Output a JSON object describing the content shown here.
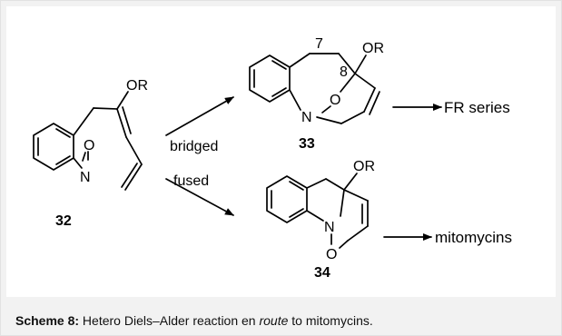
{
  "scheme": {
    "compound_32": {
      "id": "32",
      "substituent": "OR",
      "nitroso_o": "O",
      "nitroso_n": "N"
    },
    "compound_33": {
      "id": "33",
      "substituent": "OR",
      "locant_7": "7",
      "locant_8": "8",
      "ring_o": "O",
      "ring_n": "N"
    },
    "compound_34": {
      "id": "34",
      "substituent": "OR",
      "ring_o": "O",
      "ring_n": "N"
    },
    "pathways": {
      "bridged": "bridged",
      "fused": "fused"
    },
    "products": {
      "fr_series": "FR series",
      "mitomycins": "mitomycins"
    }
  },
  "caption": {
    "label": "Scheme 8:",
    "text_before": " Hetero Diels–Alder reaction en ",
    "italic": "route",
    "text_after": " to mitomycins."
  }
}
